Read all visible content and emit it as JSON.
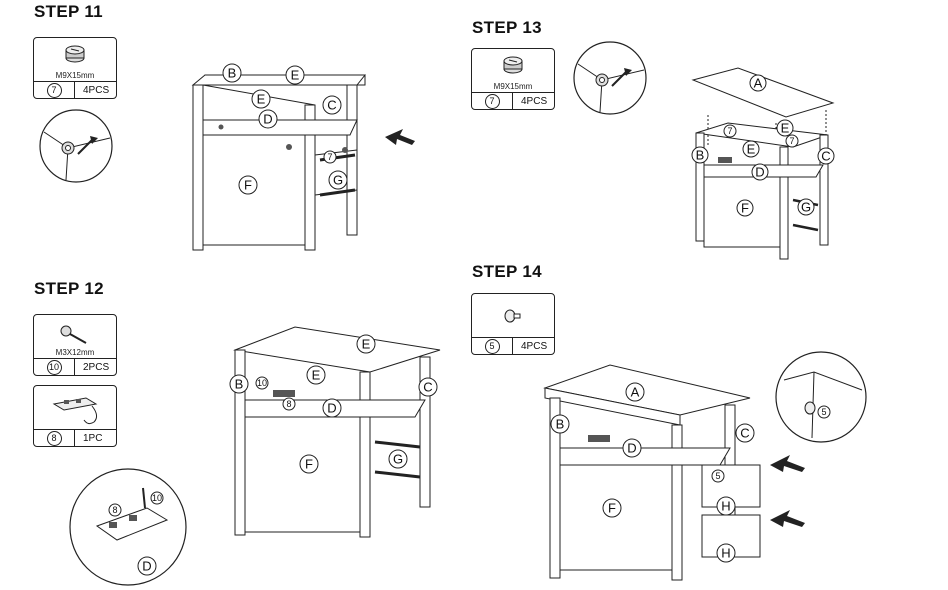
{
  "steps": [
    {
      "title": "STEP 11",
      "parts": [
        {
          "spec": "M9X15mm",
          "num": "7",
          "qty": "4PCS"
        }
      ]
    },
    {
      "title": "STEP 12",
      "parts": [
        {
          "spec": "M3X12mm",
          "num": "10",
          "qty": "2PCS"
        },
        {
          "spec": "",
          "num": "8",
          "qty": "1PC"
        }
      ]
    },
    {
      "title": "STEP 13",
      "parts": [
        {
          "spec": "M9X15mm",
          "num": "7",
          "qty": "4PCS"
        }
      ]
    },
    {
      "title": "STEP 14",
      "parts": [
        {
          "spec": "",
          "num": "5",
          "qty": "4PCS"
        }
      ]
    }
  ],
  "labels": {
    "A": "A",
    "B": "B",
    "C": "C",
    "D": "D",
    "E": "E",
    "F": "F",
    "G": "G",
    "H": "H"
  },
  "hardware": {
    "cam": "7",
    "screw": "10",
    "outlet": "8",
    "knob": "5"
  }
}
